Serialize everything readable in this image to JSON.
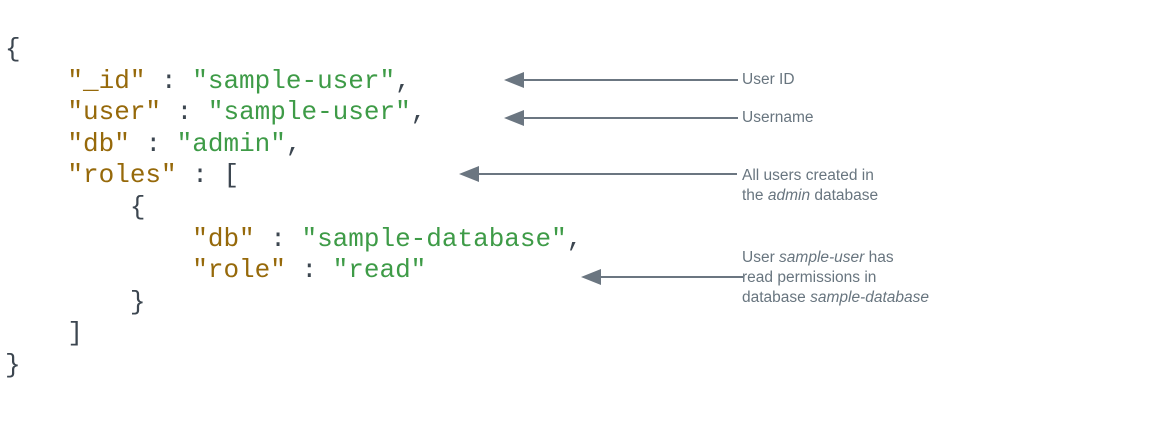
{
  "diagram": {
    "description": "MongoDB user document with annotations",
    "colors": {
      "key": "#96690A",
      "string": "#3E9B47",
      "punctuation": "#3C4650",
      "annotation": "#68757F",
      "arrow": "#6B7681"
    },
    "code": {
      "lines": [
        [
          {
            "t": "{",
            "c": "p"
          }
        ],
        [
          {
            "t": "    ",
            "c": "p"
          },
          {
            "t": "\"_id\"",
            "c": "k"
          },
          {
            "t": " : ",
            "c": "p"
          },
          {
            "t": "\"sample-user\"",
            "c": "s"
          },
          {
            "t": ",",
            "c": "p"
          }
        ],
        [
          {
            "t": "    ",
            "c": "p"
          },
          {
            "t": "\"user\"",
            "c": "k"
          },
          {
            "t": " : ",
            "c": "p"
          },
          {
            "t": "\"sample-user\"",
            "c": "s"
          },
          {
            "t": ",",
            "c": "p"
          }
        ],
        [
          {
            "t": "    ",
            "c": "p"
          },
          {
            "t": "\"db\"",
            "c": "k"
          },
          {
            "t": " : ",
            "c": "p"
          },
          {
            "t": "\"admin\"",
            "c": "s"
          },
          {
            "t": ",",
            "c": "p"
          }
        ],
        [
          {
            "t": "    ",
            "c": "p"
          },
          {
            "t": "\"roles\"",
            "c": "k"
          },
          {
            "t": " : ",
            "c": "p"
          },
          {
            "t": "[",
            "c": "p"
          }
        ],
        [
          {
            "t": "        {",
            "c": "p"
          }
        ],
        [
          {
            "t": "            ",
            "c": "p"
          },
          {
            "t": "\"db\"",
            "c": "k"
          },
          {
            "t": " : ",
            "c": "p"
          },
          {
            "t": "\"sample-database\"",
            "c": "s"
          },
          {
            "t": ",",
            "c": "p"
          }
        ],
        [
          {
            "t": "            ",
            "c": "p"
          },
          {
            "t": "\"role\"",
            "c": "k"
          },
          {
            "t": " : ",
            "c": "p"
          },
          {
            "t": "\"read\"",
            "c": "s"
          }
        ],
        [
          {
            "t": "        }",
            "c": "p"
          }
        ],
        [
          {
            "t": "    ]",
            "c": "p"
          }
        ],
        [
          {
            "t": "}",
            "c": "p"
          }
        ]
      ]
    },
    "annotations": [
      {
        "name": "user-id",
        "lines": [
          [
            {
              "t": "User ID"
            }
          ]
        ]
      },
      {
        "name": "username",
        "lines": [
          [
            {
              "t": "Username"
            }
          ]
        ]
      },
      {
        "name": "roles-note",
        "lines": [
          [
            {
              "t": "All users created in"
            }
          ],
          [
            {
              "t": "the "
            },
            {
              "t": "admin",
              "i": true
            },
            {
              "t": " database"
            }
          ]
        ]
      },
      {
        "name": "role-note",
        "lines": [
          [
            {
              "t": "User "
            },
            {
              "t": "sample-user",
              "i": true
            },
            {
              "t": " has"
            }
          ],
          [
            {
              "t": "read permissions in"
            }
          ],
          [
            {
              "t": "database "
            },
            {
              "t": "sample-database",
              "i": true
            }
          ]
        ]
      }
    ]
  }
}
